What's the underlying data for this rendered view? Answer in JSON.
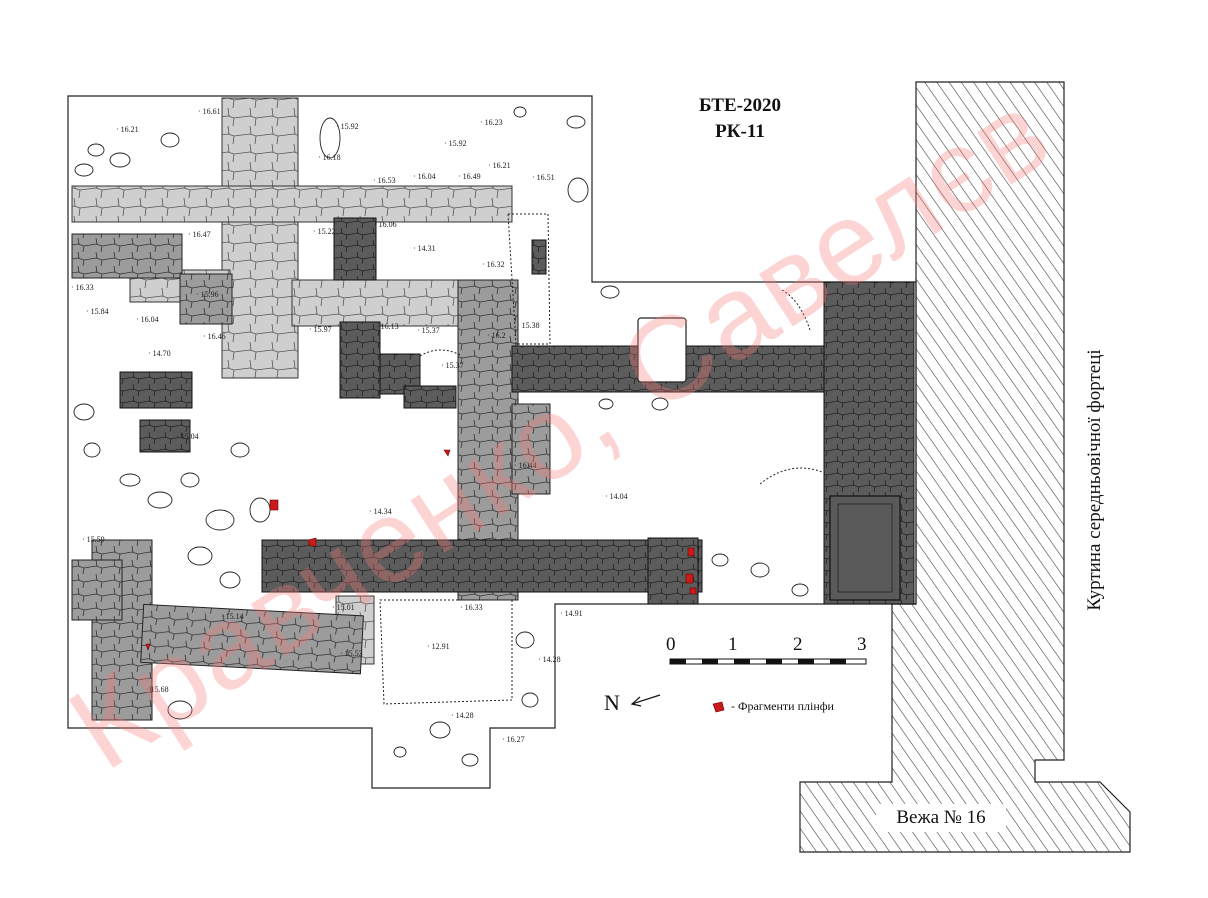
{
  "header": {
    "line1": "БТЕ-2020",
    "line2": "РК-11"
  },
  "curtain_label": "Куртина середньовічної фортеці",
  "tower_label": "Вежа № 16",
  "north_label": "N",
  "scale": {
    "ticks": [
      "0",
      "1",
      "2",
      "3"
    ]
  },
  "legend": {
    "plinth_label": "- Фрагменти плінфи"
  },
  "watermark": "Кравченко, Савелєв",
  "colors": {
    "light_stone": "#cfcfcf",
    "medium_stone": "#9a9a9a",
    "dark_stone": "#5a5a5a",
    "plinth": "#cc1a1a",
    "watermark": "#f49a9a"
  },
  "elevations": [
    {
      "id": "e1",
      "text": "16.21"
    },
    {
      "id": "e2",
      "text": "16.61"
    },
    {
      "id": "e3",
      "text": "15.92"
    },
    {
      "id": "e4",
      "text": "16.18"
    },
    {
      "id": "e5",
      "text": "15.92"
    },
    {
      "id": "e6",
      "text": "16.23"
    },
    {
      "id": "e7",
      "text": "16.21"
    },
    {
      "id": "e8",
      "text": "16.49"
    },
    {
      "id": "e9",
      "text": "16.51"
    },
    {
      "id": "e10",
      "text": "16.53"
    },
    {
      "id": "e11",
      "text": "16.04"
    },
    {
      "id": "e12",
      "text": "16.06"
    },
    {
      "id": "e13",
      "text": "15.22"
    },
    {
      "id": "e14",
      "text": "16.47"
    },
    {
      "id": "e15",
      "text": "14.31"
    },
    {
      "id": "e16",
      "text": "16.32"
    },
    {
      "id": "e17",
      "text": "16.33"
    },
    {
      "id": "e18",
      "text": "15.96"
    },
    {
      "id": "e19",
      "text": "15.84"
    },
    {
      "id": "e20",
      "text": "16.04"
    },
    {
      "id": "e21",
      "text": "15.97"
    },
    {
      "id": "e22",
      "text": "16.13"
    },
    {
      "id": "e23",
      "text": "15.37"
    },
    {
      "id": "e24",
      "text": "15.38"
    },
    {
      "id": "e25",
      "text": "16.46"
    },
    {
      "id": "e26",
      "text": "16.2"
    },
    {
      "id": "e27",
      "text": "14.70"
    },
    {
      "id": "e28",
      "text": "15.37"
    },
    {
      "id": "e29",
      "text": "15.04"
    },
    {
      "id": "e30",
      "text": "16.44"
    },
    {
      "id": "e31",
      "text": "14.04"
    },
    {
      "id": "e32",
      "text": "14.34"
    },
    {
      "id": "e33",
      "text": "15.59"
    },
    {
      "id": "e34",
      "text": "15.01"
    },
    {
      "id": "e35",
      "text": "16.33"
    },
    {
      "id": "e36",
      "text": "14.91"
    },
    {
      "id": "e37",
      "text": "15.14"
    },
    {
      "id": "e38",
      "text": "12.91"
    },
    {
      "id": "e39",
      "text": "15.53"
    },
    {
      "id": "e40",
      "text": "14.28"
    },
    {
      "id": "e41",
      "text": "15.68"
    },
    {
      "id": "e42",
      "text": "14.28"
    },
    {
      "id": "e43",
      "text": "16.27"
    }
  ]
}
